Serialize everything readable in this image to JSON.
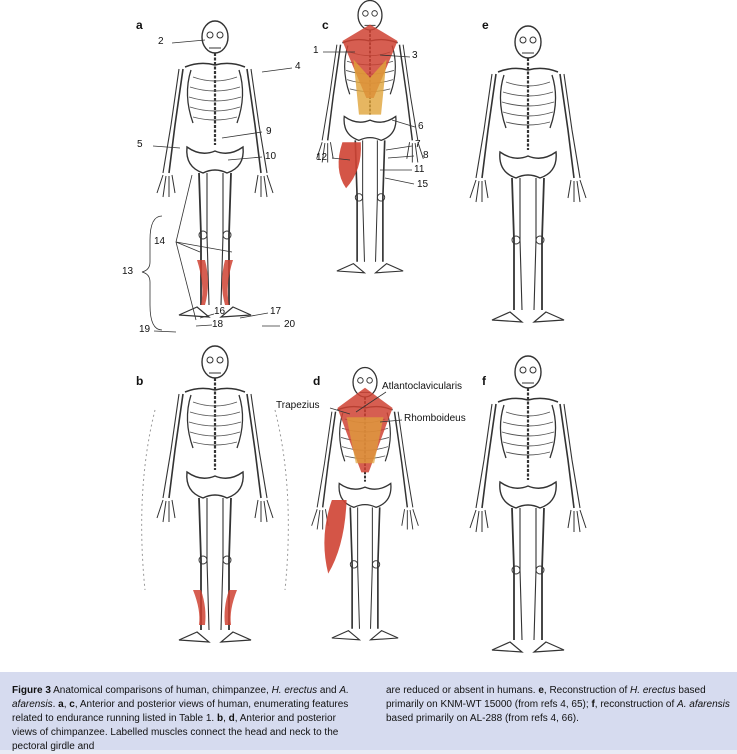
{
  "panels": {
    "a": "a",
    "b": "b",
    "c": "c",
    "d": "d",
    "e": "e",
    "f": "f"
  },
  "annotations_a": [
    "2",
    "4",
    "5",
    "9",
    "10",
    "13",
    "14",
    "16",
    "17",
    "18",
    "19",
    "20"
  ],
  "annotations_c": [
    "1",
    "3",
    "6",
    "7",
    "8",
    "11",
    "12",
    "15"
  ],
  "muscle_labels": {
    "atlanto": "Atlantoclavicularis",
    "trapezius": "Trapezius",
    "rhomboideus": "Rhomboideus"
  },
  "caption": {
    "figure_no": "Figure 3",
    "t1": " Anatomical comparisons of human, chimpanzee, ",
    "he1": "H. erectus",
    "t2": " and ",
    "aa1": "A. afarensis",
    "t3": ". ",
    "ac": "a",
    "t4": ", ",
    "c": "c",
    "t5": ", Anterior and posterior views of human, enumerating features related to endurance running listed in Table 1. ",
    "b": "b",
    "t6": ", ",
    "d": "d",
    "t7": ", Anterior and posterior views of chimpanzee. Labelled muscles connect the head and neck to the pectoral girdle and ",
    "r1": "are reduced or absent in humans. ",
    "e": "e",
    "r2": ", Reconstruction of ",
    "he2": "H. erectus",
    "r3": " based primarily on KNM-WT 15000 (from refs 4, 65); ",
    "f": "f",
    "r4": ", reconstruction of ",
    "aa2": "A. afarensis",
    "r5": " based primarily on AL-288 (from refs 4, 66)."
  },
  "colors": {
    "muscle": "#cf4233",
    "tendon": "#e0a43a",
    "bone": "#333333",
    "caption_bg": "#d6dbef",
    "page_bg": "#e8ebf5"
  }
}
